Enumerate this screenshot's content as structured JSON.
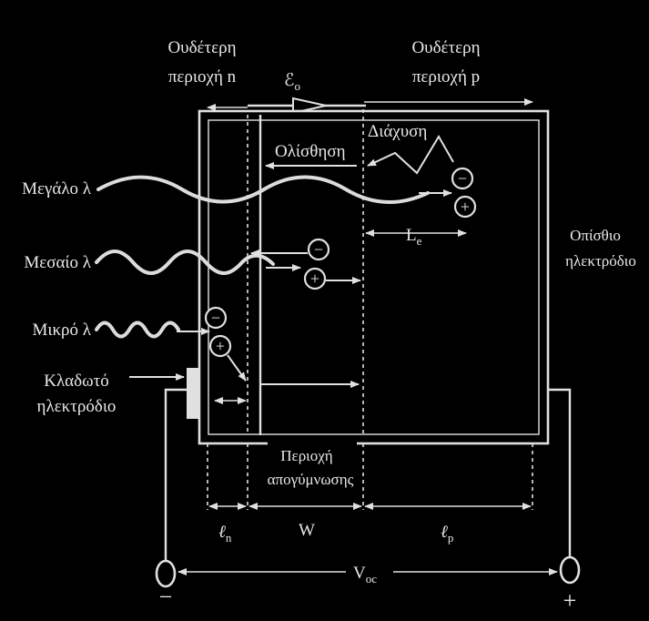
{
  "labels": {
    "neutral_n_line1": "Ουδέτερη",
    "neutral_n_line2": "περιοχή n",
    "neutral_p_line1": "Ουδέτερη",
    "neutral_p_line2": "περιοχή p",
    "field_symbol": "ℰ",
    "field_subscript": "o",
    "drift": "Ολίσθηση",
    "diffusion": "Διάχυση",
    "long_wavelength": "Μεγάλο λ",
    "medium_wavelength": "Μεσαίο λ",
    "short_wavelength": "Μικρό λ",
    "finger_electrode_line1": "Κλαδωτό",
    "finger_electrode_line2": "ηλεκτρόδιο",
    "back_electrode_line1": "Οπίσθιο",
    "back_electrode_line2": "ηλεκτρόδιο",
    "depletion_line1": "Περιοχή",
    "depletion_line2": "απογύμνωσης",
    "diffusion_length_symbol": "L",
    "diffusion_length_subscript": "e",
    "ln_symbol": "ℓ",
    "ln_subscript": "n",
    "width_w": "W",
    "lp_symbol": "ℓ",
    "lp_subscript": "p",
    "voc_symbol": "V",
    "voc_subscript": "oc",
    "minus_terminal": "−",
    "plus_terminal": "+",
    "electron_sign": "−",
    "hole_sign": "+"
  }
}
